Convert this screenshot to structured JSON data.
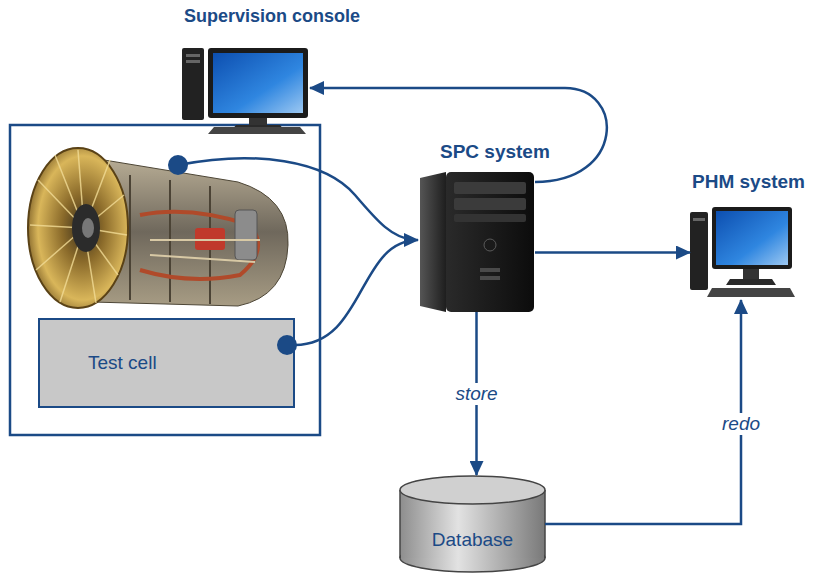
{
  "diagram": {
    "nodes": [
      {
        "text": [
          "Supervision console"
        ]
      },
      {
        "text": [
          "Test cell"
        ]
      },
      {
        "text": [
          "SPC system"
        ]
      },
      {
        "text": [
          "PHM system"
        ]
      },
      {
        "text": [
          "Database"
        ]
      }
    ],
    "edges": [
      {
        "from": 1,
        "to": 2,
        "arrow": "to"
      },
      {
        "from": 2,
        "to": 0,
        "arrow": "to"
      },
      {
        "from": 2,
        "to": 3,
        "arrow": "to"
      },
      {
        "from": 2,
        "to": 4,
        "label": "store",
        "arrow": "to"
      },
      {
        "from": 4,
        "to": 3,
        "label": "redo",
        "arrow": "to"
      }
    ]
  }
}
